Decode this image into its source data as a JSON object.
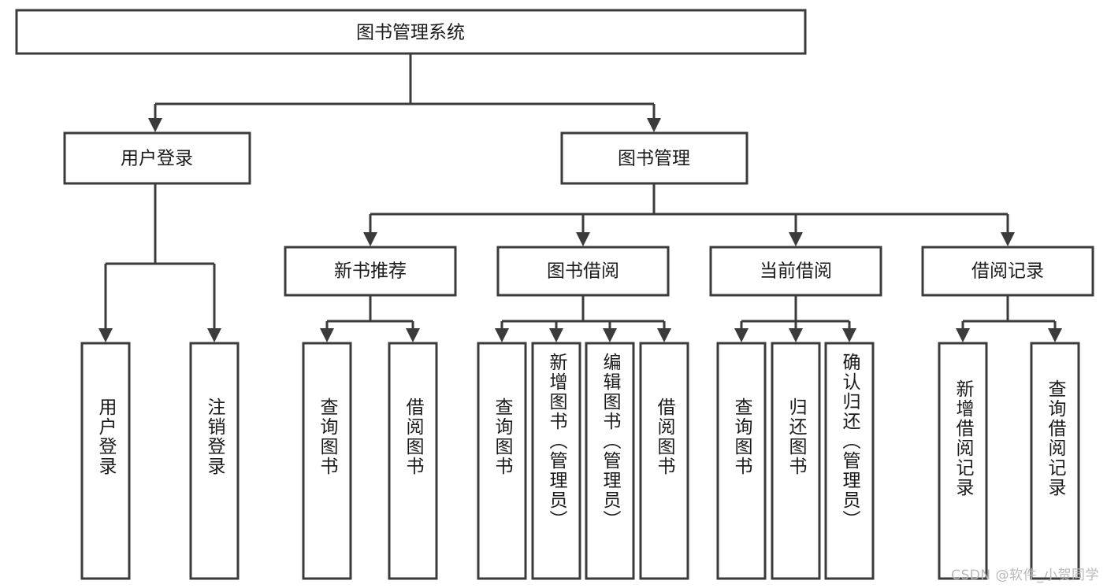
{
  "diagram": {
    "type": "tree-hierarchy-chart",
    "title": "图书管理系统",
    "orientation": "top-down",
    "colors": {
      "box_fill": "#ffffff",
      "box_stroke": "#3b3b3b",
      "text": "#1a1a1a",
      "background": "#ffffff",
      "watermark": "#b9b9b9"
    },
    "root": {
      "label": "图书管理系统"
    },
    "level2": [
      {
        "label": "用户登录"
      },
      {
        "label": "图书管理"
      }
    ],
    "level3": [
      {
        "label": "新书推荐"
      },
      {
        "label": "图书借阅"
      },
      {
        "label": "当前借阅"
      },
      {
        "label": "借阅记录"
      }
    ],
    "leaves": {
      "user_login": [
        {
          "label": "用户登录"
        },
        {
          "label": "注销登录"
        }
      ],
      "new_book_recommend": [
        {
          "label": "查询图书"
        },
        {
          "label": "借阅图书"
        }
      ],
      "book_borrow": [
        {
          "label": "查询图书"
        },
        {
          "label": "新增图书（管理员）"
        },
        {
          "label": "编辑图书（管理员）"
        },
        {
          "label": "借阅图书"
        }
      ],
      "current_borrow": [
        {
          "label": "查询图书"
        },
        {
          "label": "归还图书"
        },
        {
          "label": "确认归还（管理员）"
        }
      ],
      "borrow_record": [
        {
          "label": "新增借阅记录"
        },
        {
          "label": "查询借阅记录"
        }
      ]
    }
  },
  "watermark": {
    "text": "CSDN @软件_小贺同学"
  }
}
